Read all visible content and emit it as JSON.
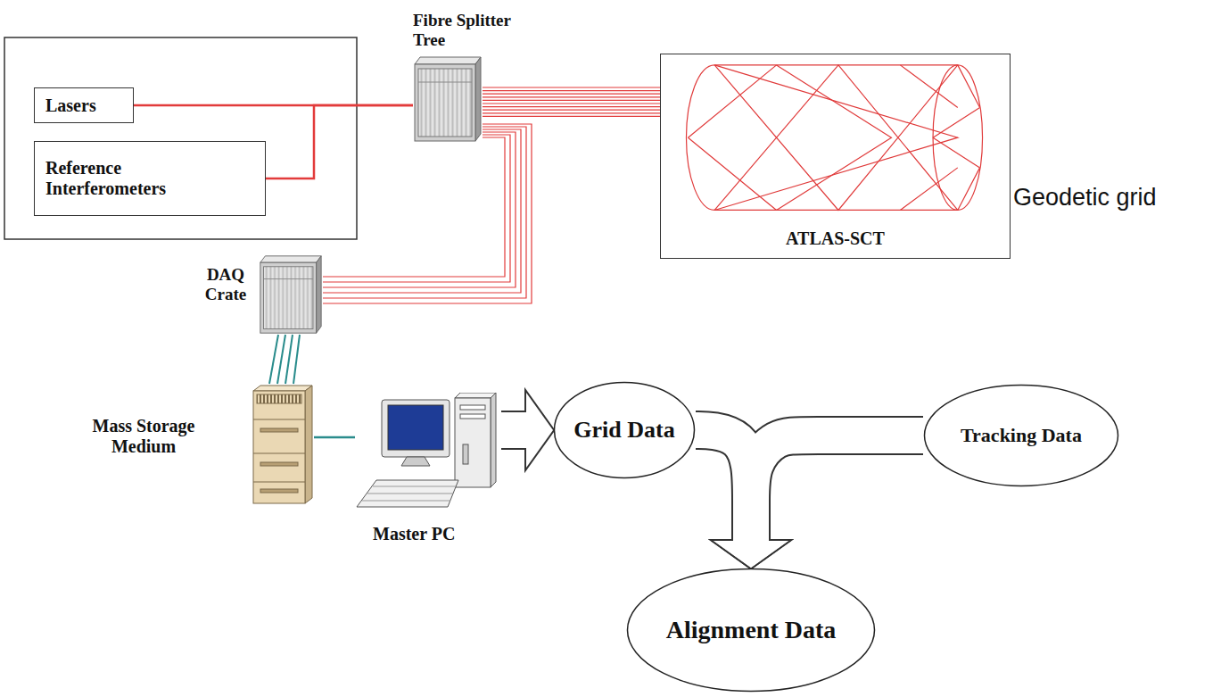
{
  "diagram": {
    "nodes": [
      {
        "text": [
          "Lasers"
        ]
      },
      {
        "text": [
          "Reference Interferometers"
        ]
      },
      {
        "text": [
          "Fibre Splitter Tree"
        ]
      },
      {
        "text": [
          "ATLAS-SCT"
        ]
      },
      {
        "text": [
          "DAQ Crate"
        ]
      },
      {
        "text": [
          "Mass Storage Medium"
        ]
      },
      {
        "text": [
          "Master PC"
        ]
      },
      {
        "text": [
          "Grid Data"
        ]
      },
      {
        "text": [
          "Tracking Data"
        ]
      },
      {
        "text": [
          "Alignment Data"
        ]
      }
    ],
    "edges": [
      {
        "from": 0,
        "to": 2,
        "arrow": "none"
      },
      {
        "from": 1,
        "to": 2,
        "arrow": "none"
      },
      {
        "from": 2,
        "to": 3,
        "arrow": "none"
      },
      {
        "from": 2,
        "to": 4,
        "arrow": "none"
      },
      {
        "from": 4,
        "to": 5,
        "arrow": "none"
      },
      {
        "from": 5,
        "to": 6,
        "arrow": "none"
      },
      {
        "from": 6,
        "to": 7,
        "arrow": "to"
      },
      {
        "from": 7,
        "to": 9,
        "arrow": "to"
      },
      {
        "from": 8,
        "to": 9,
        "arrow": "to"
      }
    ],
    "labels": [
      "Geodetic grid"
    ]
  }
}
